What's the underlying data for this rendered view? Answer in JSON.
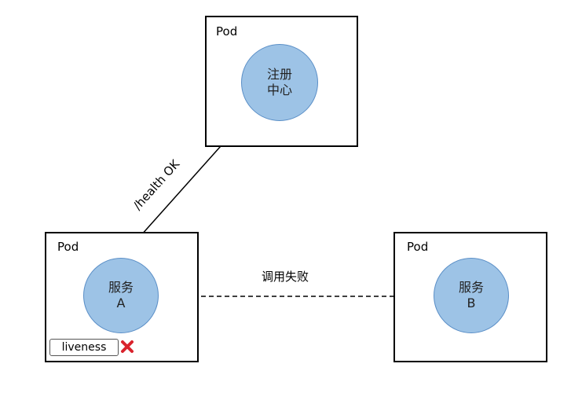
{
  "colors": {
    "node_fill": "#9dc3e6",
    "node_stroke": "#5b8fc7",
    "border": "#000000",
    "fail_mark": "#d9232d"
  },
  "pods": [
    {
      "id": "pod-registry",
      "label": "Pod"
    },
    {
      "id": "pod-service-a",
      "label": "Pod"
    },
    {
      "id": "pod-service-b",
      "label": "Pod"
    }
  ],
  "nodes": [
    {
      "id": "registry",
      "lines": [
        "注册",
        "中心"
      ]
    },
    {
      "id": "service-a",
      "lines": [
        "服务",
        "A"
      ]
    },
    {
      "id": "service-b",
      "lines": [
        "服务",
        "B"
      ]
    }
  ],
  "edges": [
    {
      "from": "service-a",
      "to": "registry",
      "label": "/health OK",
      "style": "solid"
    },
    {
      "from": "service-b",
      "to": "service-a",
      "label": "调用失败",
      "style": "dashed"
    }
  ],
  "liveness": {
    "label": "liveness",
    "status_icon": "cross-icon"
  }
}
